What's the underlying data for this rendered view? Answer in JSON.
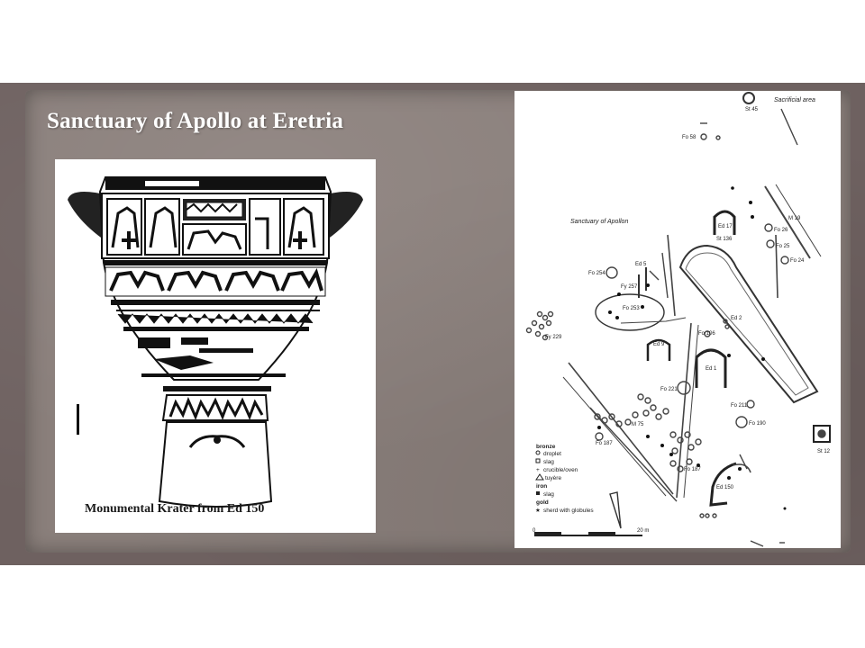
{
  "slide": {
    "title": "Sanctuary of Apollo at Eretria",
    "caption": "Monumental Krater from Ed 150",
    "colors": {
      "band": "#6e6160",
      "parchment": "#8a7f7b",
      "title": "#ffffff"
    }
  },
  "plan": {
    "area_label": "Sanctuary of Apollon",
    "sacrificial_label": "Sacrificial area",
    "labels": [
      {
        "id": "st45",
        "text": "St 45"
      },
      {
        "id": "fo58",
        "text": "Fo 58"
      },
      {
        "id": "ed17",
        "text": "Ed 17"
      },
      {
        "id": "st136",
        "text": "St 136"
      },
      {
        "id": "m19",
        "text": "M 19"
      },
      {
        "id": "fo26",
        "text": "Fo 26"
      },
      {
        "id": "fo25",
        "text": "Fo 25"
      },
      {
        "id": "fo24",
        "text": "Fo 24"
      },
      {
        "id": "ed5",
        "text": "Ed 5"
      },
      {
        "id": "fo254",
        "text": "Fo 254"
      },
      {
        "id": "fy257",
        "text": "Fy 257"
      },
      {
        "id": "fo253",
        "text": "Fo 253"
      },
      {
        "id": "ed2",
        "text": "Ed 2"
      },
      {
        "id": "fy229",
        "text": "Fy 229"
      },
      {
        "id": "ed9",
        "text": "Ed 9"
      },
      {
        "id": "fo106",
        "text": "Fo 106"
      },
      {
        "id": "ed1",
        "text": "Ed 1"
      },
      {
        "id": "fo221",
        "text": "Fo 221"
      },
      {
        "id": "fo211",
        "text": "Fo 211"
      },
      {
        "id": "fo190",
        "text": "Fo 190"
      },
      {
        "id": "m75",
        "text": "M 75"
      },
      {
        "id": "fo187a",
        "text": "Fo 187"
      },
      {
        "id": "fo187b",
        "text": "Fo 187"
      },
      {
        "id": "ed150",
        "text": "Ed 150"
      },
      {
        "id": "st12",
        "text": "St 12"
      }
    ],
    "legend": {
      "bronze": "bronze",
      "droplet": "droplet",
      "slag": "slag",
      "crucible": "crucible/oven",
      "tuyere": "tuyère",
      "iron": "iron",
      "iron_slag": "slag",
      "gold": "gold",
      "sherd": "sherd with globules"
    },
    "scale": {
      "start": "0",
      "end": "20 m"
    }
  }
}
